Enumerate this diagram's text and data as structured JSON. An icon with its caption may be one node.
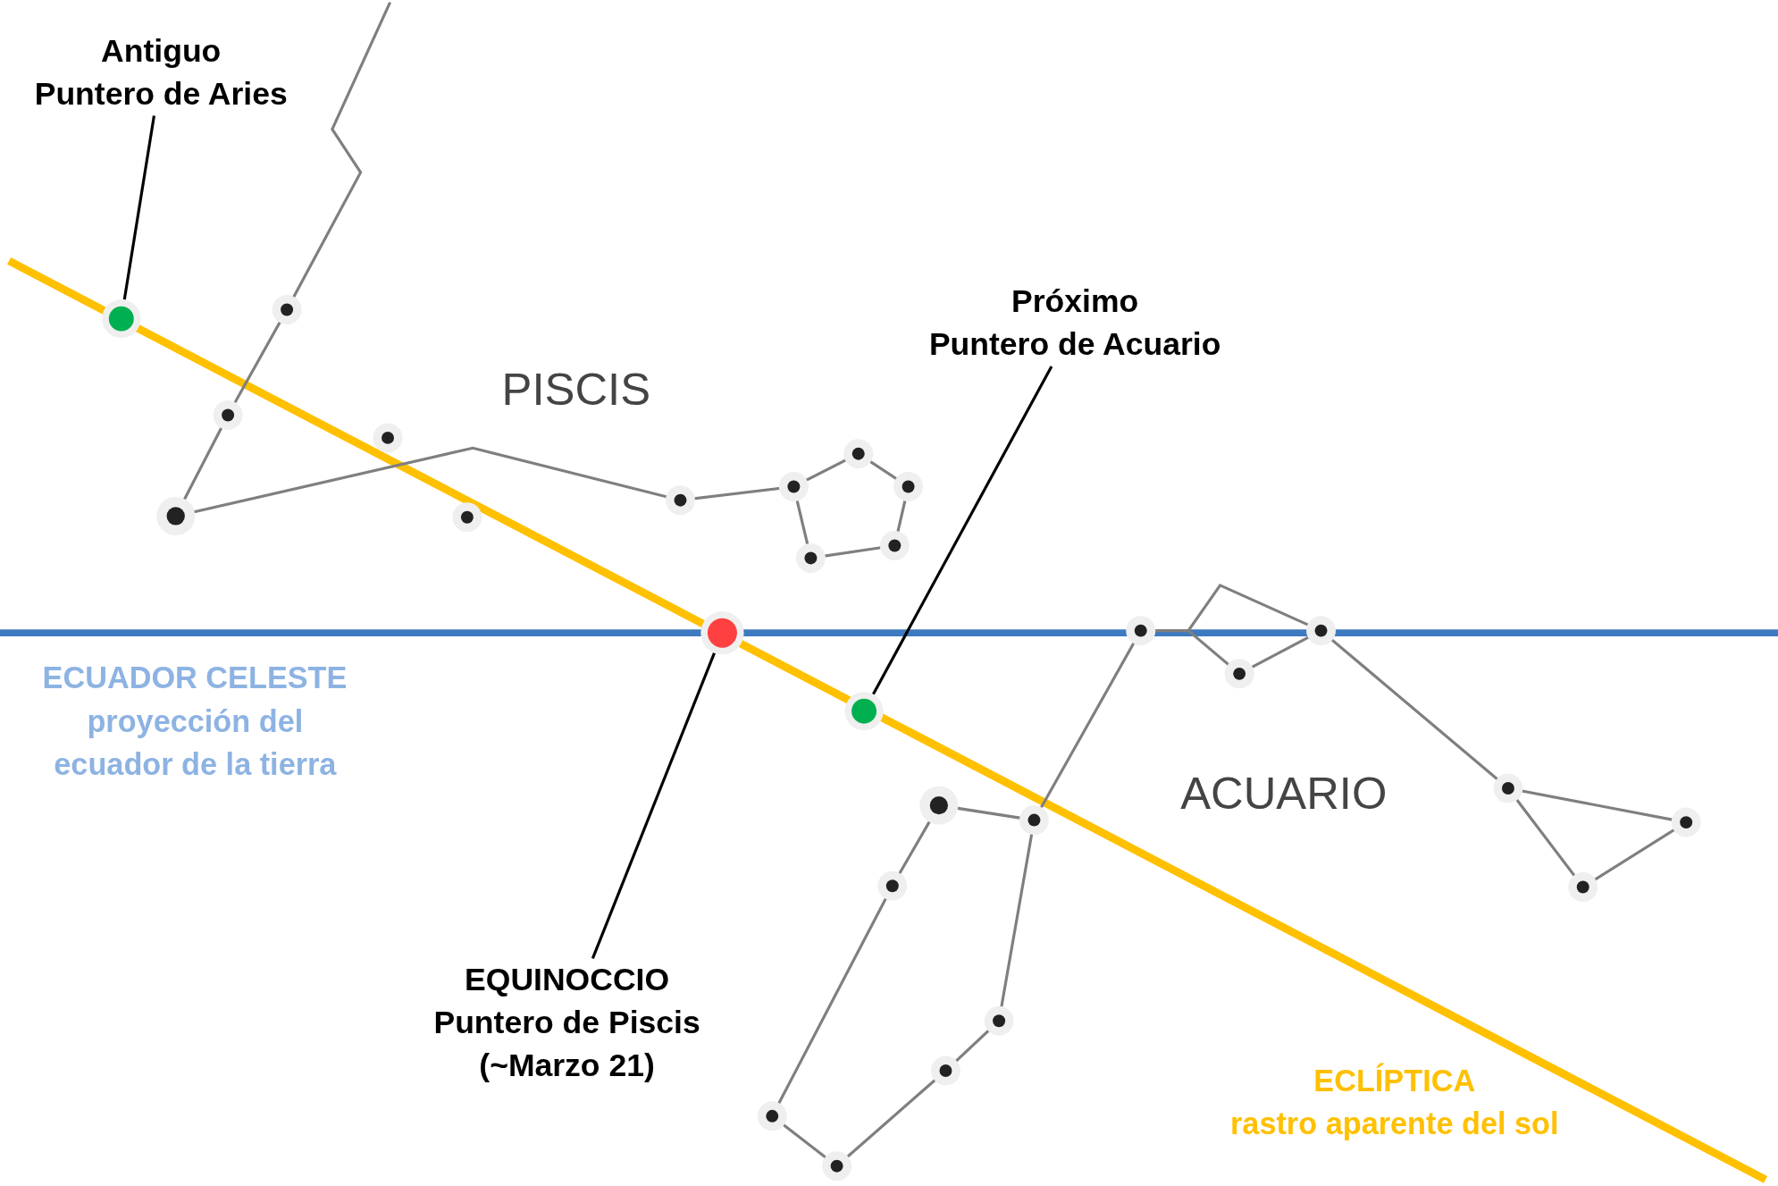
{
  "diagram": {
    "nodes": [
      {
        "text": [
          "Antiguo Puntero de Aries"
        ]
      },
      {
        "text": [],
        "shape": "circle"
      },
      {
        "text": [
          "Próximo Puntero de Acuario"
        ]
      },
      {
        "text": [],
        "shape": "circle"
      },
      {
        "text": [
          "EQUINOCCIO Puntero de Piscis (~Marzo 21)"
        ]
      },
      {
        "text": [],
        "shape": "circle"
      }
    ],
    "edges": [
      {
        "from": 0,
        "to": 1,
        "arrow": "none"
      },
      {
        "from": 2,
        "to": 3,
        "arrow": "none"
      },
      {
        "from": 4,
        "to": 5,
        "arrow": "none"
      }
    ],
    "labels": [
      "PISCIS",
      "ACUARIO",
      "ECUADOR CELESTE",
      "proyección del ecuador de la tierra",
      "ECLÍPTICA",
      "rastro aparente del sol"
    ]
  }
}
